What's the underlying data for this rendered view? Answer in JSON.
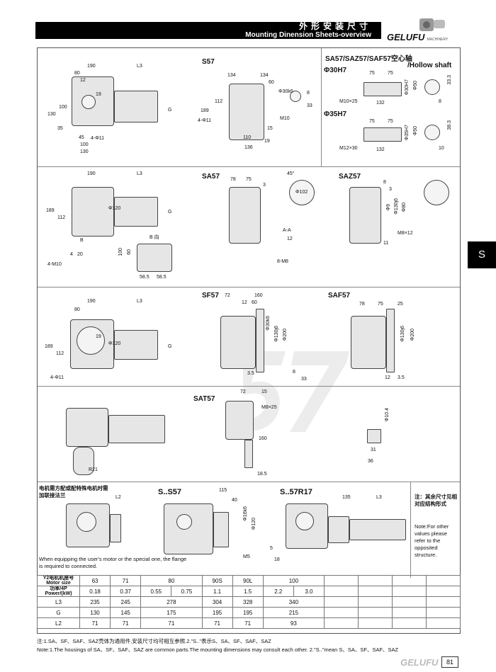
{
  "header": {
    "title_cn": "外形安装尺寸",
    "title_en": "Mounting Dinension Sheets-overview",
    "brand": "GELUFU",
    "brand_sub": "MACHINERY"
  },
  "side_tab": "S",
  "watermark": "57",
  "sections": {
    "s57": {
      "title": "S57",
      "dims": [
        "190",
        "L3",
        "80",
        "12",
        "19",
        "G",
        "130",
        "100",
        "35",
        "45",
        "4-Φ11",
        "100",
        "130",
        "134",
        "134",
        "60",
        "Φ30k6",
        "8",
        "33",
        "189",
        "112",
        "4-Φ11",
        "15",
        "M10",
        "110",
        "19",
        "136"
      ]
    },
    "hollow": {
      "title": "SA57/SAZ57/SAF57空心轴",
      "title_en": "/Hollow shaft",
      "v1": "Φ30H7",
      "v2": "Φ35H7",
      "dims1": [
        "75",
        "75",
        "M10×25",
        "132",
        "Φ30H7",
        "Φ50",
        "33.3",
        "8"
      ],
      "dims2": [
        "75",
        "75",
        "M12×30",
        "132",
        "Φ35H7",
        "Φ50",
        "38.3",
        "10"
      ]
    },
    "sa57": {
      "title": "SA57",
      "title2": "SAZ57",
      "dims": [
        "190",
        "L3",
        "189",
        "112",
        "Φ120",
        "G",
        "B",
        "B 向",
        "100",
        "60",
        "58.5",
        "58.5",
        "4-M10",
        "4",
        "20",
        "78",
        "75",
        "3",
        "Φ102",
        "45°",
        "A-A",
        "12",
        "8-M8",
        "8",
        "3",
        "Φ9",
        "Φ130j6",
        "Φ80",
        "M8×12",
        "11"
      ]
    },
    "sf57": {
      "title": "SF57",
      "title2": "SAF57",
      "dims": [
        "190",
        "L3",
        "80",
        "19",
        "Φ120",
        "G",
        "189",
        "112",
        "4-Φ11",
        "72",
        "160",
        "12",
        "60",
        "Φ30k6",
        "Φ130j6",
        "Φ200",
        "3.5",
        "8",
        "33",
        "78",
        "75",
        "25",
        "Φ130j6",
        "Φ200",
        "12",
        "3.5"
      ]
    },
    "sat57": {
      "title": "SAT57",
      "dims": [
        "72",
        "15",
        "M8×25",
        "160",
        "18.5",
        "R21",
        "Φ10.4",
        "31",
        "36"
      ]
    },
    "ss57": {
      "note_cn": "电机需方配或配特殊电机时需加联接法兰",
      "l2": "L2",
      "note_en": "When equipping the user's motor or the special one, the flange is required to connected.",
      "title": "S..S57",
      "dims": [
        "115",
        "40",
        "Φ16k6",
        "Φ120",
        "M5",
        "5",
        "18"
      ]
    },
    "s57r17": {
      "title": "S..57R17",
      "dims": [
        "135",
        "L3"
      ]
    },
    "side_note": {
      "cn": "注：其余尺寸见相对应结构形式",
      "en": "Note:For other values please refer to the opposited structure."
    }
  },
  "table": {
    "h1": "Y2电机机座号 Motor size",
    "h2": "功率/4P Power/(kW)",
    "sizes": [
      "63",
      "71",
      "80",
      "90S",
      "90L",
      "100"
    ],
    "power": [
      "0.18",
      "0.37",
      "0.55",
      "0.75",
      "1.1",
      "1.5",
      "2.2",
      "3.0"
    ],
    "rows": [
      {
        "label": "L3",
        "values": [
          "235",
          "245",
          "278",
          "304",
          "328",
          "340"
        ]
      },
      {
        "label": "G",
        "values": [
          "130",
          "145",
          "175",
          "195",
          "195",
          "215"
        ]
      },
      {
        "label": "L2",
        "values": [
          "71",
          "71",
          "71",
          "71",
          "71",
          "93"
        ]
      }
    ]
  },
  "notes": {
    "cn": "注:1.SA、SF、SAF、SAZ壳体为通用件,安装尺寸均可相互参照.2.\"S..\"表示S、SA、SF、SAF、SAZ",
    "en": "Note:1.The housings of SA、SF、SAF、SAZ are common parts.The mounting dimensions may consult each other. 2.\"S..\"mean S、SA、SF、SAF、SAZ"
  },
  "footer": {
    "brand": "GELUFU",
    "page": "81"
  }
}
